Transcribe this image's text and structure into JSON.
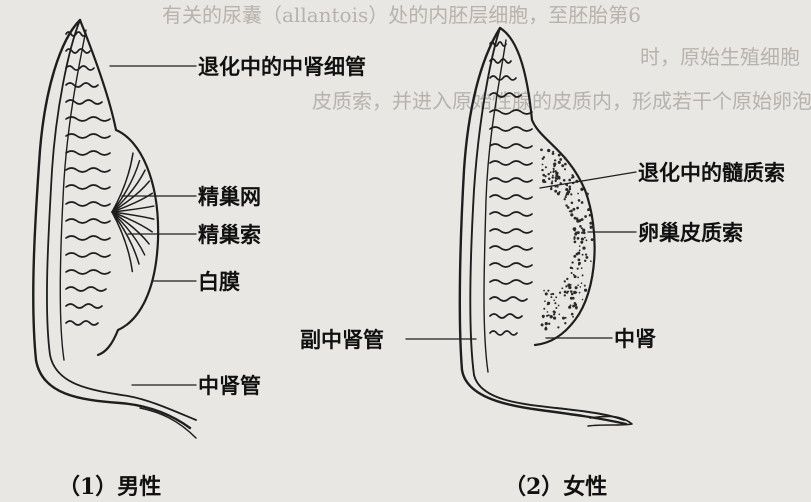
{
  "faint_background_text": [
    "有关的尿囊（allantois）处的内胚层细胞，至胚胎第6",
    "时，原始生殖细胞",
    "皮质索，并进入原始性腺的皮质内，形成若干个原始卵泡"
  ],
  "figure_male": {
    "caption": "（1）男性",
    "labels": {
      "degenerating_tubules": "退化中的中肾细管",
      "rete_testis": "精巢网",
      "testis_cords": "精巢索",
      "tunica_albuginea": "白膜",
      "mesonephric_duct": "中肾管"
    }
  },
  "figure_female": {
    "caption": "（2）女性",
    "labels": {
      "degenerating_medullary_cords": "退化中的髓质索",
      "ovarian_cortical_cords": "卵巢皮质索",
      "paramesonephric_duct": "副中肾管",
      "mesonephros": "中肾"
    }
  },
  "colors": {
    "paper": "#e9e7e3",
    "ink": "#1e1e1e",
    "ghost_text": "#b6b3ae"
  }
}
